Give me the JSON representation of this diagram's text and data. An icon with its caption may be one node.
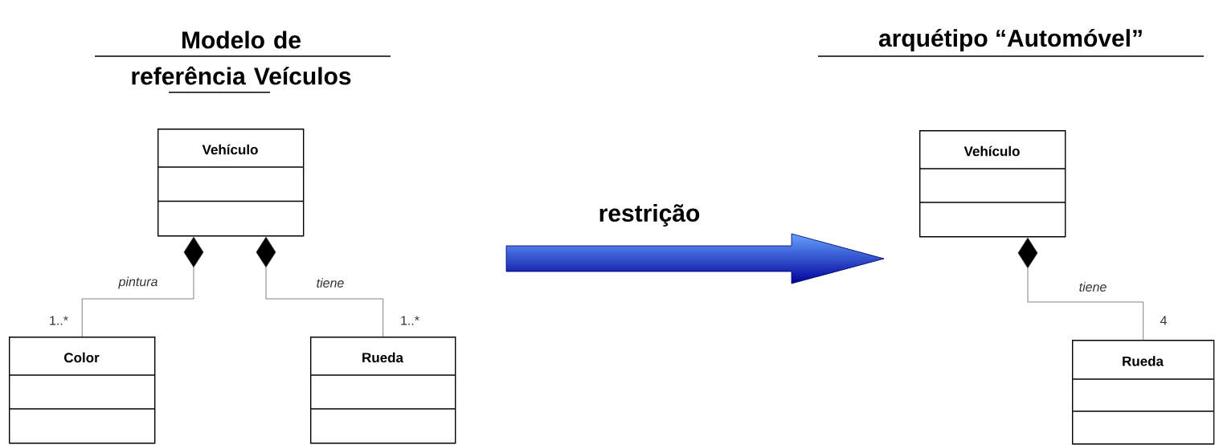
{
  "diagram": {
    "nodes": [
      {
        "text": [
          "Vehículo"
        ]
      },
      {
        "text": [
          "Color"
        ]
      },
      {
        "text": [
          "Rueda"
        ]
      },
      {
        "text": [
          "Vehículo"
        ]
      },
      {
        "text": [
          "Rueda"
        ]
      }
    ],
    "edges": [
      {
        "from": 0,
        "to": 1,
        "arrow": "other",
        "label": "pintura"
      },
      {
        "from": 0,
        "to": 2,
        "arrow": "other",
        "label": "tiene"
      },
      {
        "from": 3,
        "to": 4,
        "arrow": "other",
        "label": "tiene"
      }
    ],
    "labels": [
      "Modelo de referência Veículos",
      "arquétipo “Automóvel”",
      "restrição",
      "1..*",
      "1..*",
      "4"
    ]
  }
}
